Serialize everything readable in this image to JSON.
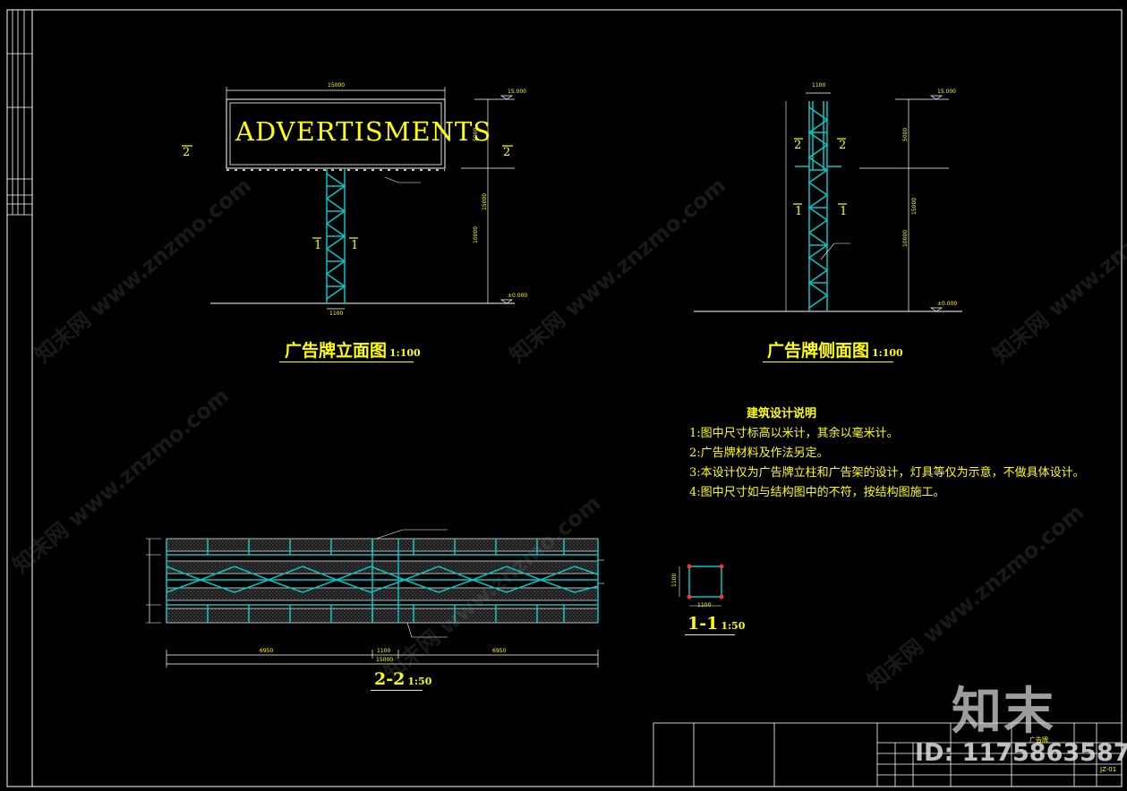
{
  "elevation_view": {
    "title": "广告牌立面图",
    "scale": "1:100",
    "sign_text": "ADVERTISMENTS",
    "width_dim": "15000",
    "col_width_dim": "1100",
    "level_top": "15.000",
    "level_ground": "±0.000",
    "dim_upper": "5000",
    "dim_total": "15000",
    "dim_lower": "10000",
    "section_mark_1": "1",
    "section_mark_2": "2"
  },
  "side_view": {
    "title": "广告牌侧面图",
    "scale": "1:100",
    "top_dim": "1100",
    "level_top": "15.000",
    "level_ground": "±0.000",
    "dim_upper": "5000",
    "dim_total": "15000",
    "dim_lower": "10000",
    "section_mark_1": "1",
    "section_mark_2": "2"
  },
  "section_2_2": {
    "title": "2-2",
    "scale": "1:50",
    "dim_left": "6950",
    "dim_mid": "1100",
    "dim_right": "6950",
    "dim_total": "15000"
  },
  "section_1_1": {
    "title": "1-1",
    "scale": "1:50",
    "dim_w": "1100",
    "dim_h": "1100"
  },
  "notes": {
    "title": "建筑设计说明",
    "items": [
      "1:图中尺寸标高以米计，其余以毫米计。",
      "2:广告牌材料及作法另定。",
      "3:本设计仅为广告牌立柱和广告架的设计，灯具等仅为示意，不做具体设计。",
      "4:图中尺寸如与结构图中的不符，按结构图施工。"
    ]
  },
  "title_block": {
    "project": "广告牌",
    "drawing_no": "JZ-01"
  },
  "watermarks": {
    "site": "知末网 www.znzmo.com",
    "logo": "知末",
    "id": "ID: 1175863587"
  },
  "colors": {
    "background": "#000000",
    "text": "#ffff00",
    "steel": "#00c8c8",
    "lines": "#ffffff"
  }
}
